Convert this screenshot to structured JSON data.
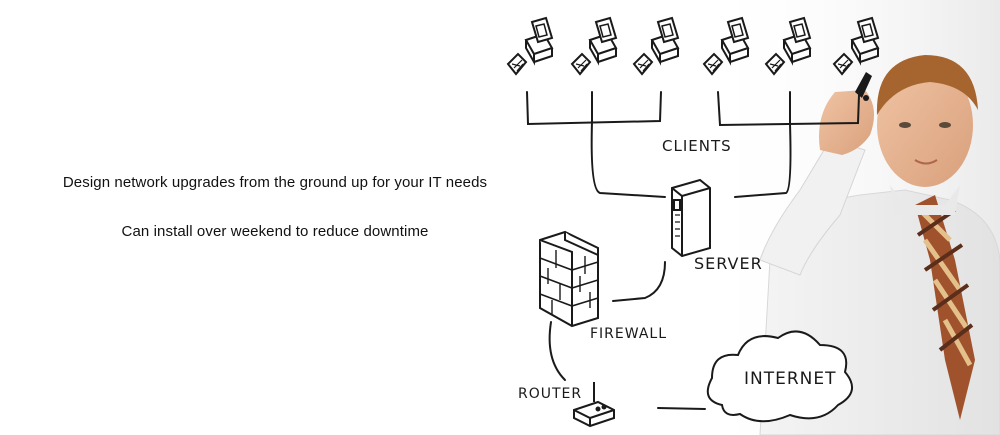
{
  "banner": {
    "line_one": "Design network upgrades from the ground up for your IT needs",
    "line_two": "Can install over weekend to reduce downtime"
  },
  "diagram": {
    "clients_label": "CLIENTS",
    "server_label": "SERVER",
    "firewall_label": "FIREWALL",
    "router_label": "ROUTER",
    "internet_label": "INTERNET"
  },
  "icons": [
    "computer-icon",
    "server-icon",
    "firewall-icon",
    "router-icon",
    "cloud-icon"
  ],
  "colors": {
    "background": "#ffffff",
    "ink": "#1a1a1a",
    "tie": "#8a4a2a"
  }
}
